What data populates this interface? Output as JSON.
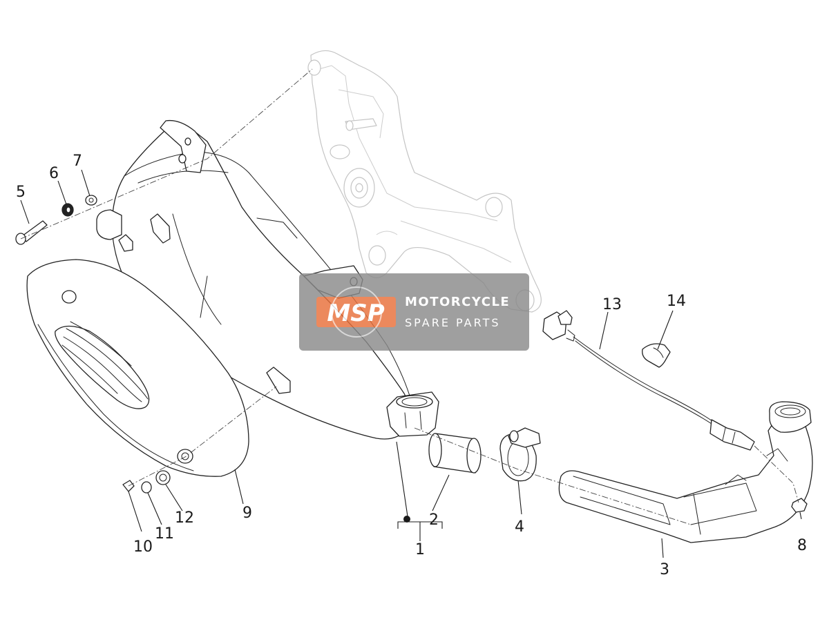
{
  "watermark": {
    "logo_text": "MSP",
    "line1": "MOTORCYCLE",
    "line2": "SPARE PARTS",
    "panel_color": "#8a8a8a",
    "logo_color": "#e8703a"
  },
  "callouts": {
    "c1": "1",
    "c2": "2",
    "c3": "3",
    "c4": "4",
    "c5": "5",
    "c6": "6",
    "c7": "7",
    "c8": "8",
    "c9": "9",
    "c10": "10",
    "c11": "11",
    "c12": "12",
    "c13": "13",
    "c14": "14"
  }
}
